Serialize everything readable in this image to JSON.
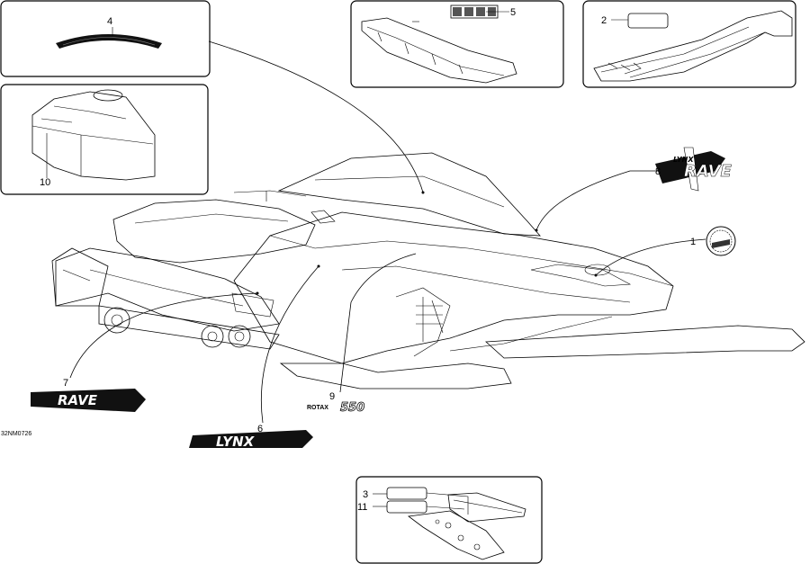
{
  "reference_code": "32NM0726",
  "callouts": {
    "c1": "1",
    "c2": "2",
    "c3": "3",
    "c4": "4",
    "c5": "5",
    "c6": "6",
    "c7": "7",
    "c8": "8",
    "c9": "9",
    "c10": "10",
    "c11": "11"
  },
  "decals": {
    "lynx_logo": "LYNX",
    "rave_logo": "RAVE",
    "rave_lynx_small": "LYNX",
    "rotax_brand": "ROTAX",
    "rotax_model": "550"
  },
  "colors": {
    "line": "#000000",
    "background": "#ffffff",
    "accent": "#808080"
  }
}
